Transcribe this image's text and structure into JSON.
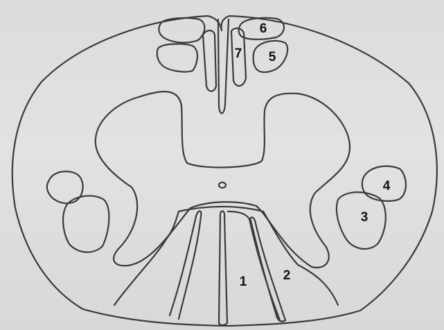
{
  "diagram": {
    "labels": {
      "tract_1": "1",
      "tract_2": "2",
      "tract_3": "3",
      "tract_4": "4",
      "tract_5": "5",
      "tract_6": "6",
      "tract_7": "7"
    },
    "colors": {
      "background": "#dcdcda",
      "line": "#3a3a3a",
      "label": "#111111"
    }
  }
}
